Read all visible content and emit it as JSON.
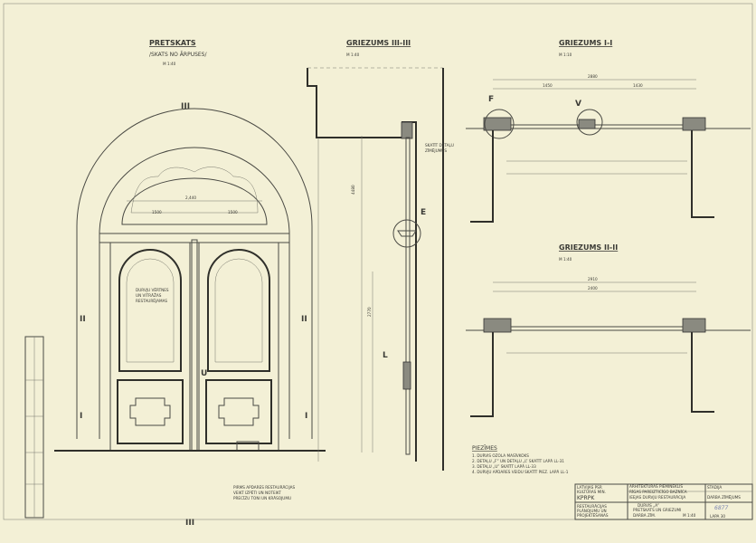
{
  "views": {
    "elevation": {
      "title": "PRETSKATS",
      "subtitle": "/SKATS NO ĀRPUSES/",
      "scale": "M 1:40"
    },
    "section_3": {
      "title": "GRIEZUMS III-III",
      "scale": "M 1:40"
    },
    "section_1": {
      "title": "GRIEZUMS I-I",
      "scale": "M 1:10"
    },
    "section_2": {
      "title": "GRIEZUMS II-II",
      "scale": "M 1:40"
    }
  },
  "markers": {
    "iii": "III",
    "ii": "II",
    "i": "I",
    "e": "E",
    "f": "F",
    "v": "V",
    "u": "U",
    "l": "L"
  },
  "annotations": {
    "elevation_note": [
      "PIRMS APDARES RESTAURĀCIJAS",
      "VEIKT IZPĒTI UN NOTEIKT",
      "PRECĪZU TONI UN KRĀSOJUMU"
    ],
    "panel_note": [
      "DURVJU VĒRTNES",
      "UN VITRĀŽAS",
      "RESTAURĒJAMAS"
    ],
    "section_note": [
      "SKATĪT DETAĻU",
      "ZĪMĒJUMUS"
    ]
  },
  "notes": {
    "title": "PIEZĪMES",
    "items": [
      "1. DURVIS OZOLA MASĪVKOKS",
      "2. DETAĻU „F” UN DETAĻU „L” SKATĪT LAPĀ LL-31",
      "3. DETAĻU „U” SKATĪT LAPĀ LL-33",
      "4. DURVJU APDARES VEIDU SKATĪT PIEZ. LAPĀ LL-1"
    ]
  },
  "title_block": {
    "org": [
      "LATVIJAS PSR",
      "KULTŪRAS MIN."
    ],
    "org_code": "KPRPK",
    "dept": [
      "RESTAURĀCIJAS",
      "PLĀNOJUMU UN",
      "PROJEKTĒŠANAS"
    ],
    "project": [
      "ARHITEKTŪRAS PIEMINEKLIS",
      "RĪGAS PAREIZTICĪGO BAZNĪCA",
      "IEEJAS DURVJU RESTAURĀCIJA"
    ],
    "sheet_title": [
      "DURVIS „A”",
      "PRETSKATS UN GRIEZUMI"
    ],
    "stage": "DARBA ZĪM.",
    "scale": "M 1:40",
    "phase": "STADIJA",
    "stage_right": "DARBA ZĪMĒJUMS",
    "sheet_number": "LAPA 30",
    "signature": "6877"
  },
  "dims": {
    "e_width": "2,440",
    "panel": "1500",
    "s1_total": "2880",
    "s1_a": "1450",
    "s1_b": "1430",
    "s2_total": "2910",
    "s2_a": "2400",
    "height": "4480",
    "h2": "2770"
  }
}
